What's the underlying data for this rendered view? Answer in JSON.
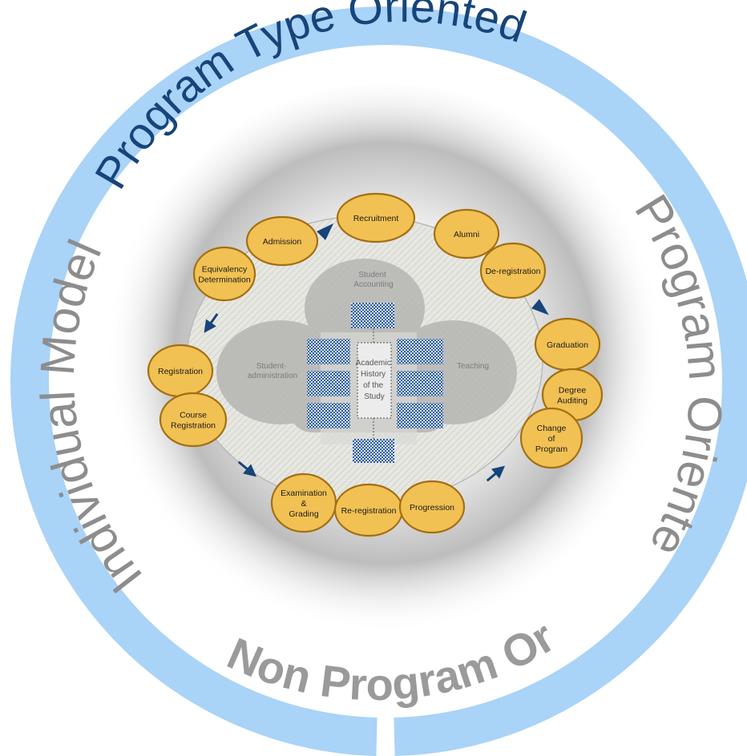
{
  "outer_ring": {
    "top_label": "Program Type Oriented",
    "left_label": "Individual Model",
    "right_label": "Program Oriented",
    "bottom_label": "Non Program Oriented"
  },
  "center": {
    "top_region": "Student Accounting",
    "left_region": "Student-administration",
    "right_region": "Teaching",
    "core": [
      "Academic",
      "History",
      "of the",
      "Study"
    ]
  },
  "stages": [
    {
      "id": "recruitment",
      "lines": [
        "Recruitment"
      ]
    },
    {
      "id": "alumni",
      "lines": [
        "Alumni"
      ]
    },
    {
      "id": "admission",
      "lines": [
        "Admission"
      ]
    },
    {
      "id": "de-registration",
      "lines": [
        "De-registration"
      ]
    },
    {
      "id": "equivalency-determination",
      "lines": [
        "Equivalency",
        "Determination"
      ]
    },
    {
      "id": "graduation",
      "lines": [
        "Graduation"
      ]
    },
    {
      "id": "registration",
      "lines": [
        "Registration"
      ]
    },
    {
      "id": "degree-auditing",
      "lines": [
        "Degree",
        "Auditing"
      ]
    },
    {
      "id": "course-registration",
      "lines": [
        "Course",
        "Registration"
      ]
    },
    {
      "id": "change-of-program",
      "lines": [
        "Change",
        "of",
        "Program"
      ]
    },
    {
      "id": "examination-grading",
      "lines": [
        "Examination",
        "&",
        "Grading"
      ]
    },
    {
      "id": "re-registration",
      "lines": [
        "Re-registration"
      ]
    },
    {
      "id": "progression",
      "lines": [
        "Progression"
      ]
    }
  ],
  "colors": {
    "ring": "#a9d3f7",
    "title_text": "#17447a",
    "oval_fill": "#f2c154",
    "oval_stroke": "#a36f12",
    "arrow": "#17447a"
  }
}
